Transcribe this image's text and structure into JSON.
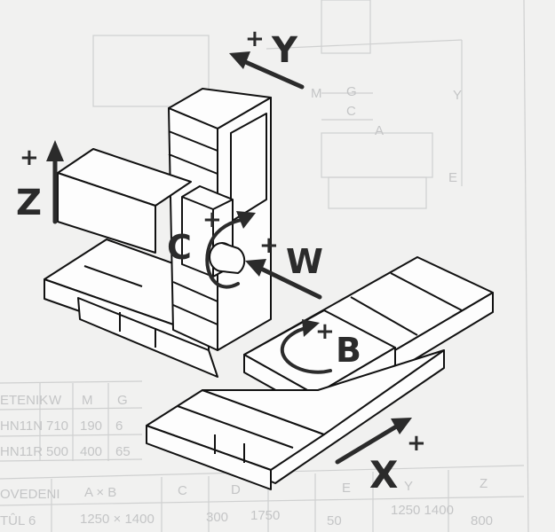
{
  "axes": {
    "y": {
      "sign": "+",
      "letter": "Y"
    },
    "z": {
      "sign": "+",
      "letter": "Z"
    },
    "c": {
      "sign": "+",
      "letter": "C"
    },
    "w": {
      "sign": "+",
      "letter": "W"
    },
    "b": {
      "sign": "+",
      "letter": "B"
    },
    "x": {
      "sign": "+",
      "letter": "X"
    }
  },
  "background_table": {
    "top": {
      "headers": [
        "ETENIK",
        "W",
        "M",
        "G"
      ],
      "rows": [
        [
          "HN11N",
          "710",
          "190",
          "6"
        ],
        [
          "HN11R",
          "500",
          "400",
          "65"
        ]
      ]
    },
    "bottom": {
      "headers": [
        "OVEDENI",
        "A × B",
        "C",
        "D",
        "E",
        "Y",
        "Z"
      ],
      "row": [
        "TÛL 6",
        "1250 × 1400",
        "300",
        "1750",
        "50",
        "1250 1400",
        "800"
      ]
    },
    "drawing_labels": [
      "M",
      "G",
      "C",
      "A",
      "Y",
      "E"
    ]
  },
  "colors": {
    "paper": "#f1f1f0",
    "ink": "#111111",
    "faded": "#c4c5c6"
  }
}
